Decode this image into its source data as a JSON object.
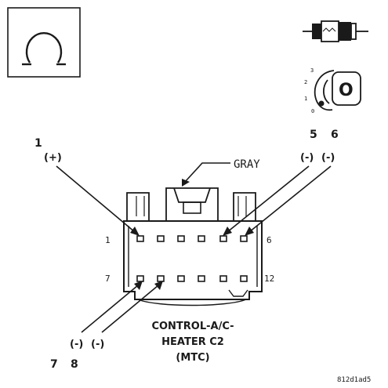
{
  "connector_name": [
    "CONTROL-A/C-",
    "HEATER C2",
    "(MTC)"
  ],
  "wire_color": "GRAY",
  "pin_labels": {
    "p1": "1",
    "p6": "6",
    "p7": "7",
    "p12": "12"
  },
  "callouts": {
    "c1": {
      "number": "1",
      "polarity": "(+)"
    },
    "c5": {
      "number": "5",
      "polarity": "(-)"
    },
    "c6": {
      "number": "6",
      "polarity": "(-)"
    },
    "c7": {
      "number": "7",
      "polarity": "(-)"
    },
    "c8": {
      "number": "8",
      "polarity": "(-)"
    }
  },
  "key_switch_positions": [
    "3",
    "2",
    "1",
    "0"
  ],
  "key_glyph": "O",
  "figure_code": "812d1ad5",
  "icons": {
    "ohmmeter": "omega-symbol-icon",
    "key": "ignition-key-icon",
    "switch": "ignition-switch-icon"
  }
}
